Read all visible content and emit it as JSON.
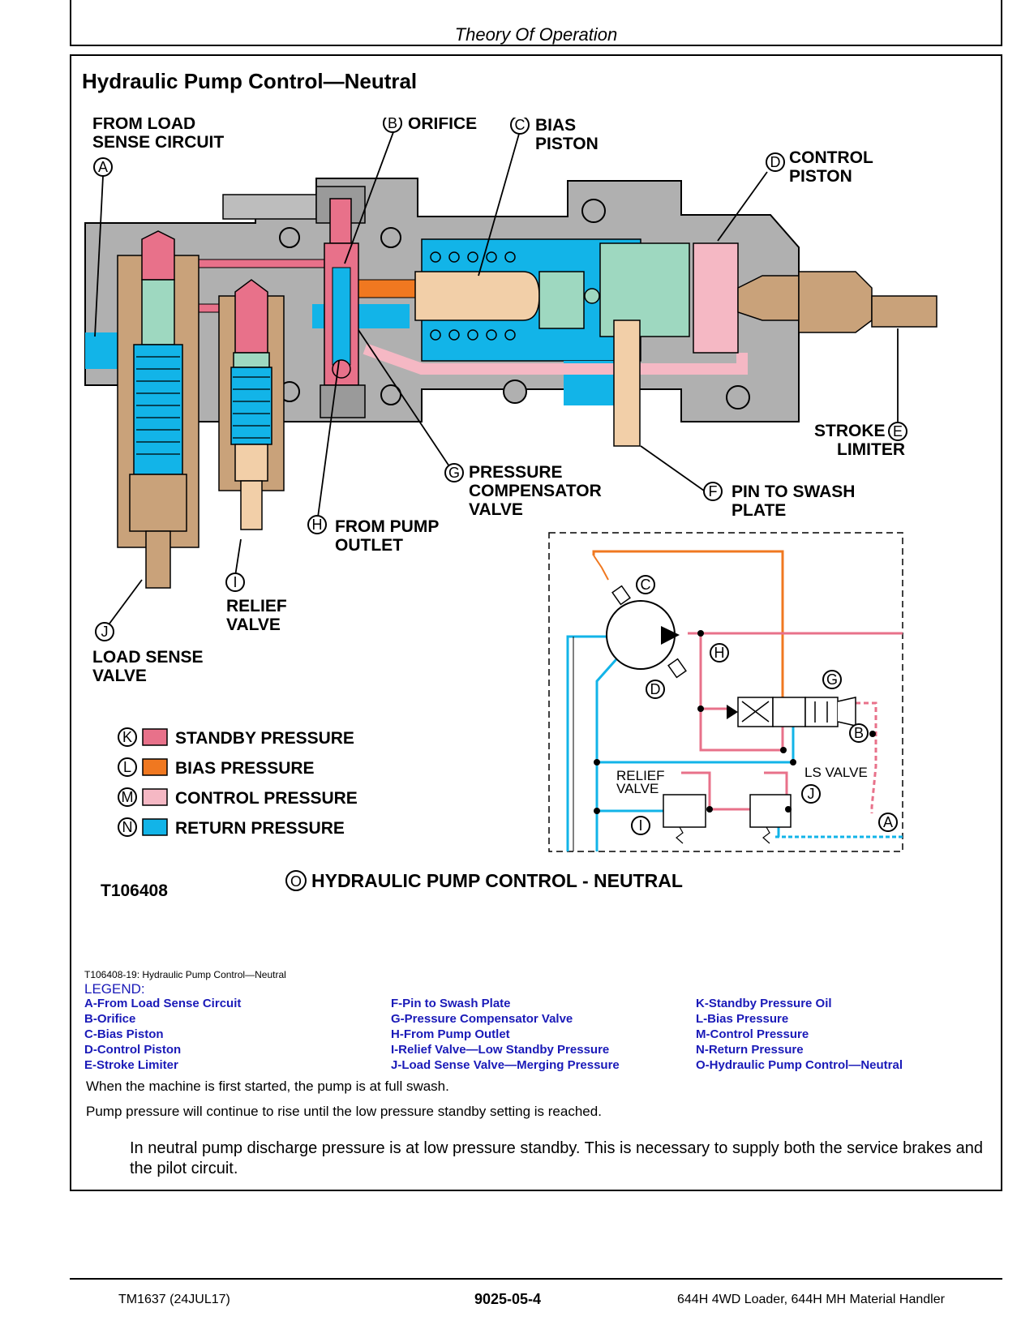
{
  "header": {
    "section": "Theory Of Operation"
  },
  "title": "Hydraulic Pump Control—Neutral",
  "colors": {
    "standby": "#e8718a",
    "bias": "#f07820",
    "control": "#f5b8c4",
    "return": "#12b4e8",
    "housing": "#b0b0b0",
    "spool_green": "#9ed8c0",
    "piston_tan": "#f2cfa8",
    "brass": "#c9a27a"
  },
  "diagram": {
    "callouts": [
      {
        "letter": "A",
        "label_lines": [
          "FROM LOAD",
          "SENSE CIRCUIT"
        ]
      },
      {
        "letter": "B",
        "label_lines": [
          "ORIFICE"
        ]
      },
      {
        "letter": "C",
        "label_lines": [
          "BIAS",
          "PISTON"
        ]
      },
      {
        "letter": "D",
        "label_lines": [
          "CONTROL",
          "PISTON"
        ]
      },
      {
        "letter": "E",
        "label_lines": [
          "STROKE",
          "LIMITER"
        ]
      },
      {
        "letter": "F",
        "label_lines": [
          "PIN TO SWASH",
          "PLATE"
        ]
      },
      {
        "letter": "G",
        "label_lines": [
          "PRESSURE",
          "COMPENSATOR",
          "VALVE"
        ]
      },
      {
        "letter": "H",
        "label_lines": [
          "FROM PUMP",
          "OUTLET"
        ]
      },
      {
        "letter": "I",
        "label_lines": [
          "RELIEF",
          "VALVE"
        ]
      },
      {
        "letter": "J",
        "label_lines": [
          "LOAD SENSE",
          "VALVE"
        ]
      }
    ],
    "key": [
      {
        "letter": "K",
        "label": "STANDBY PRESSURE",
        "color": "#e8718a"
      },
      {
        "letter": "L",
        "label": "BIAS PRESSURE",
        "color": "#f07820"
      },
      {
        "letter": "M",
        "label": "CONTROL PRESSURE",
        "color": "#f5b8c4"
      },
      {
        "letter": "N",
        "label": "RETURN PRESSURE",
        "color": "#12b4e8"
      }
    ],
    "schematic_labels": {
      "relief_line1": "RELIEF",
      "relief_line2": "VALVE",
      "ls_valve": "LS VALVE"
    },
    "image_id": "T106408",
    "bottom_title": {
      "letter": "O",
      "text": "HYDRAULIC PUMP CONTROL - NEUTRAL"
    }
  },
  "figure_caption": "T106408-19: Hydraulic Pump Control—Neutral",
  "legend": {
    "title": "LEGEND:",
    "columns": [
      [
        "A-From Load Sense Circuit",
        "B-Orifice",
        "C-Bias Piston",
        "D-Control Piston",
        "E-Stroke Limiter"
      ],
      [
        "F-Pin to Swash Plate",
        "G-Pressure Compensator Valve",
        "H-From Pump Outlet",
        "I-Relief Valve—Low Standby Pressure",
        "J-Load Sense Valve—Merging Pressure"
      ],
      [
        "K-Standby Pressure Oil",
        "L-Bias Pressure",
        "M-Control Pressure",
        "N-Return Pressure",
        "O-Hydraulic Pump Control—Neutral"
      ]
    ]
  },
  "paragraphs": [
    "When the machine is first started, the pump is at full swash.",
    "Pump pressure will continue to rise until the low pressure standby setting is reached.",
    "In neutral pump discharge pressure is at low pressure standby. This is necessary to supply both the service brakes and the pilot circuit."
  ],
  "footer": {
    "left": "TM1637 (24JUL17)",
    "center": "9025-05-4",
    "right": "644H 4WD Loader, 644H MH Material Handler"
  }
}
